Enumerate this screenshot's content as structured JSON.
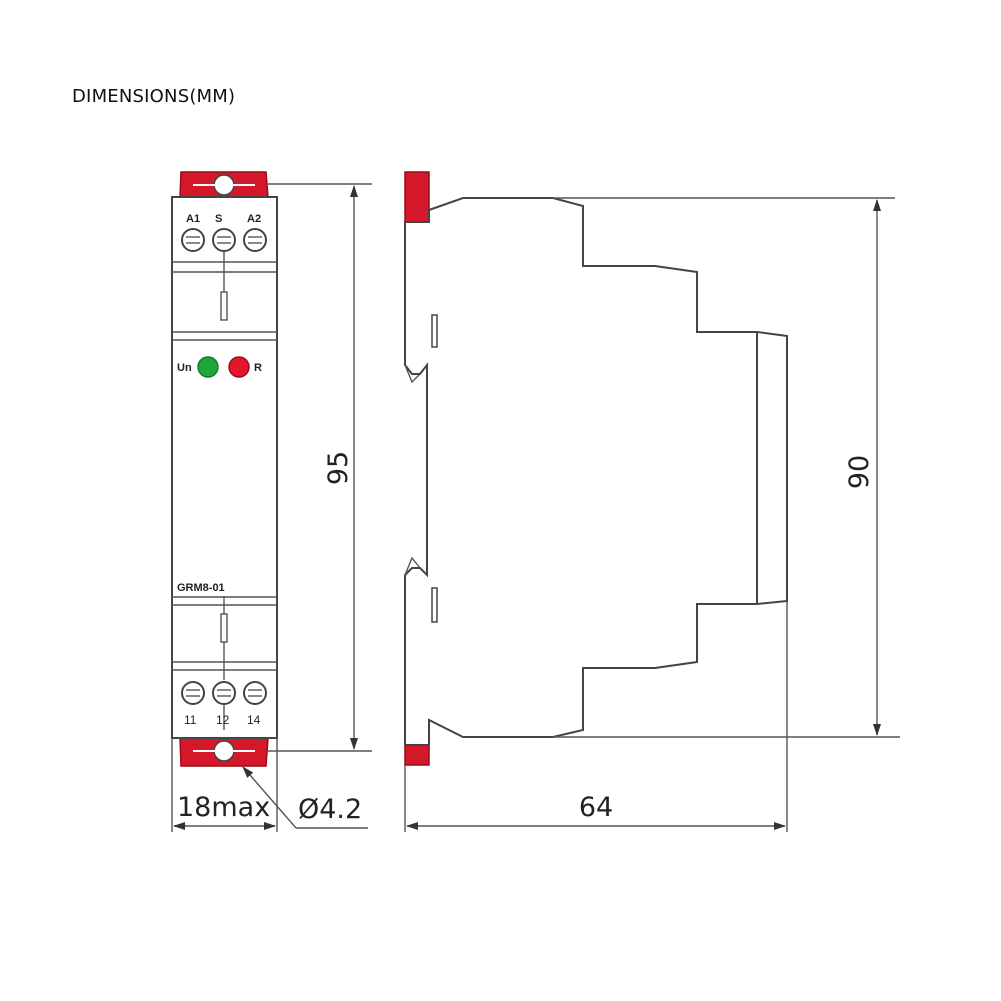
{
  "title": "DIMENSIONS(MM)",
  "front_view": {
    "top_terminals": [
      "A1",
      "S",
      "A2"
    ],
    "bottom_terminals": [
      "11",
      "12",
      "14"
    ],
    "led_left_label": "Un",
    "led_right_label": "R",
    "model": "GRM8-01",
    "colors": {
      "clip": "#d4182a",
      "led_green": "#1fa83a",
      "led_red": "#e0182a"
    }
  },
  "dimensions": {
    "height_front": "95",
    "height_side": "90",
    "width": "18max",
    "hole": "Ø4.2",
    "depth": "64"
  }
}
